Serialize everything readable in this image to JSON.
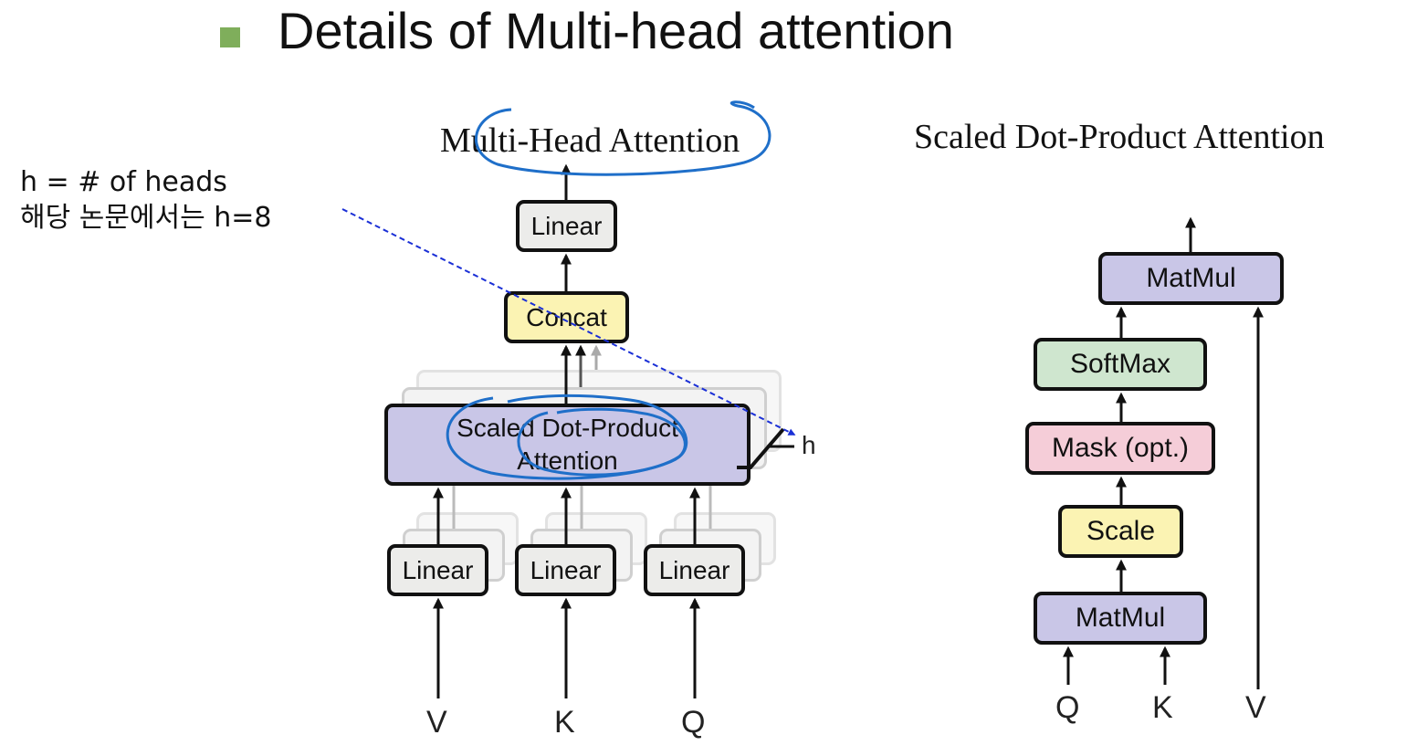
{
  "slide": {
    "title": "Details of Multi-head attention",
    "bullet_color": "#7fae5b"
  },
  "notes": {
    "line1": "h = # of heads",
    "line2": "해당 논문에서는 h=8"
  },
  "multi_head": {
    "title": "Multi-Head Attention",
    "top_linear": "Linear",
    "concat": "Concat",
    "attention_line1": "Scaled Dot-Product",
    "attention_line2": "Attention",
    "h_label": "h",
    "proj_linears": [
      "Linear",
      "Linear",
      "Linear"
    ],
    "inputs": [
      "V",
      "K",
      "Q"
    ]
  },
  "scaled_dot": {
    "title": "Scaled Dot-Product Attention",
    "matmul_top": "MatMul",
    "softmax": "SoftMax",
    "mask": "Mask (opt.)",
    "scale": "Scale",
    "matmul_bottom": "MatMul",
    "inputs": [
      "Q",
      "K",
      "V"
    ]
  },
  "colors": {
    "linear": "#ececea",
    "concat": "#fbf3b3",
    "attention": "#c9c6e7",
    "softmax": "#cfe6cf",
    "mask": "#f5cdd8",
    "scale": "#fbf3b3",
    "matmul": "#c9c6e7",
    "annotation": "#1f6fc9"
  },
  "icons": {
    "bullet": "square-bullet-icon"
  }
}
